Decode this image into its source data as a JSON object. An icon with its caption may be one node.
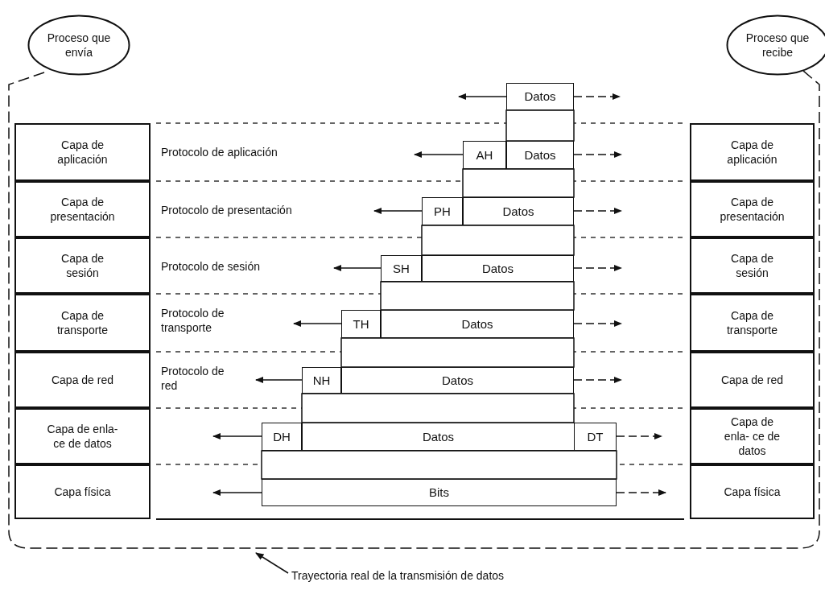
{
  "diagram": {
    "nodes": [
      {
        "text": [
          "Proceso que envía"
        ]
      },
      {
        "text": [
          "Proceso que recibe"
        ]
      },
      {
        "text": [
          "Capa de aplicación"
        ]
      },
      {
        "text": [
          "Capa de presentación"
        ]
      },
      {
        "text": [
          "Capa de sesión"
        ]
      },
      {
        "text": [
          "Capa de transporte"
        ]
      },
      {
        "text": [
          "Capa de red"
        ]
      },
      {
        "text": [
          "Capa de enla- ce de datos"
        ]
      },
      {
        "text": [
          "Capa física"
        ]
      },
      {
        "text": [
          "Capa de aplicación"
        ]
      },
      {
        "text": [
          "Capa de presentación"
        ]
      },
      {
        "text": [
          "Capa de sesión"
        ]
      },
      {
        "text": [
          "Capa de transporte"
        ]
      },
      {
        "text": [
          "Capa de red"
        ]
      },
      {
        "text": [
          "Capa de enla- ce de datos"
        ]
      },
      {
        "text": [
          "Capa física"
        ]
      },
      {
        "text": [
          "Datos"
        ]
      },
      {
        "text": [
          "AH"
        ]
      },
      {
        "text": [
          "Datos"
        ]
      },
      {
        "text": [
          "PH"
        ]
      },
      {
        "text": [
          "Datos"
        ]
      },
      {
        "text": [
          "SH"
        ]
      },
      {
        "text": [
          "Datos"
        ]
      },
      {
        "text": [
          "TH"
        ]
      },
      {
        "text": [
          "Datos"
        ]
      },
      {
        "text": [
          "NH"
        ]
      },
      {
        "text": [
          "Datos"
        ]
      },
      {
        "text": [
          "DH"
        ]
      },
      {
        "text": [
          "Datos"
        ]
      },
      {
        "text": [
          "DT"
        ]
      },
      {
        "text": [
          "Bits"
        ]
      },
      {
        "text": [
          "Trayectoria real de la transmisión de datos"
        ]
      }
    ],
    "edges": [
      {
        "from": 0,
        "to": 1,
        "arrow": "none",
        "style": "dashed"
      },
      {
        "from": 31,
        "to": null,
        "arrow": "to"
      }
    ],
    "labels": [
      "Protocolo de aplicación",
      "Protocolo de presentación",
      "Protocolo de sesión",
      "Protocolo de transporte",
      "Protocolo de red"
    ]
  }
}
